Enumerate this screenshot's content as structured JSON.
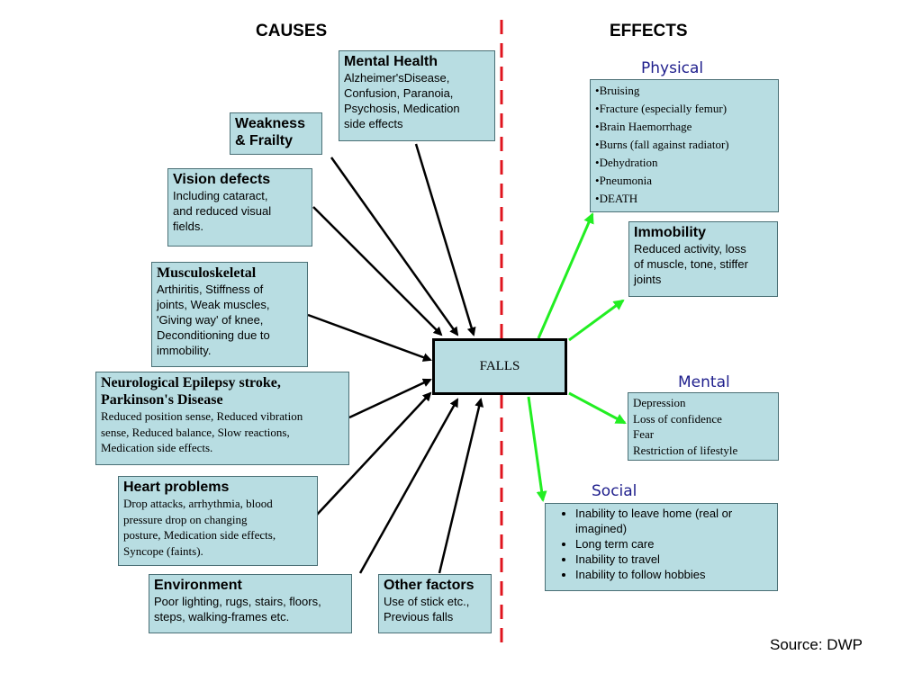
{
  "headings": {
    "causes": "CAUSES",
    "effects": "EFFECTS"
  },
  "center": "FALLS",
  "causes": {
    "mental_health": {
      "title": "Mental Health",
      "body": "Alzheimer'sDisease,\nConfusion, Paranoia,\nPsychosis, Medication\nside effects"
    },
    "weakness": {
      "title": "Weakness\n& Frailty"
    },
    "vision": {
      "title": "Vision defects",
      "body": "Including cataract,\nand reduced visual\nfields."
    },
    "musculoskeletal": {
      "title": "Musculoskeletal",
      "body": "Arthiritis, Stiffness of\njoints, Weak muscles,\n'Giving way' of knee,\nDeconditioning due to\nimmobility."
    },
    "neurological": {
      "title": "Neurological Epilepsy stroke,\nParkinson's Disease",
      "body": "Reduced position sense, Reduced vibration\nsense, Reduced balance, Slow reactions,\nMedication side effects."
    },
    "heart": {
      "title": "Heart problems",
      "body": "Drop attacks, arrhythmia, blood\npressure drop on changing\nposture, Medication side effects,\nSyncope (faints)."
    },
    "environment": {
      "title": "Environment",
      "body": "Poor lighting, rugs, stairs, floors,\nsteps, walking-frames etc."
    },
    "other": {
      "title": "Other factors",
      "body": "Use of stick etc.,\nPrevious falls"
    }
  },
  "effects": {
    "physical": {
      "label": "Physical",
      "items": [
        "Bruising",
        "Fracture (especially femur)",
        "Brain Haemorrhage",
        "Burns (fall against radiator)",
        "Dehydration",
        "Pneumonia",
        "DEATH"
      ]
    },
    "immobility": {
      "title": "Immobility",
      "body": "Reduced activity, loss\nof muscle, tone, stiffer\njoints"
    },
    "mental": {
      "label": "Mental",
      "body": "Depression\nLoss of confidence\nFear\nRestriction of lifestyle"
    },
    "social": {
      "label": "Social",
      "items": [
        "Inability to leave home (real or imagined)",
        "Long term care",
        "Inability to travel",
        "Inability to follow hobbies"
      ]
    }
  },
  "source": "Source: DWP",
  "colors": {
    "box_fill": "#b8dde2",
    "divider": "#e0141e",
    "effect_arrow": "#22ee22",
    "cause_arrow": "#000000",
    "subhead": "#1e1e8c"
  }
}
